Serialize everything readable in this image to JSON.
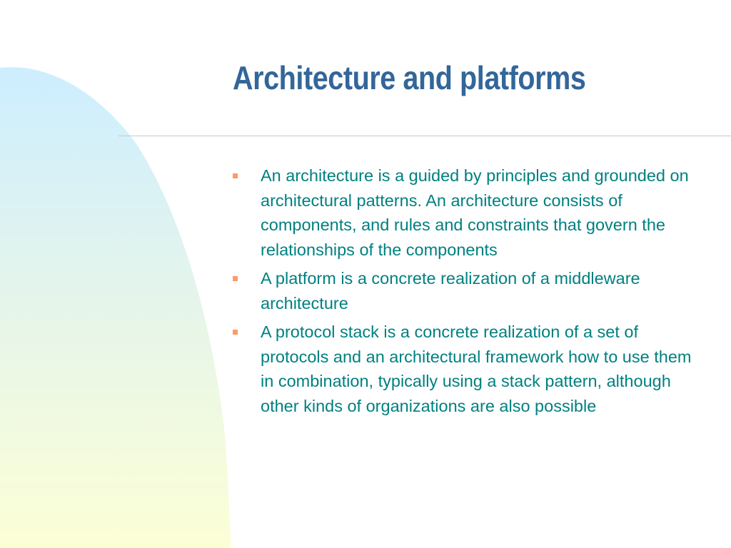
{
  "slide": {
    "title": "Architecture and platforms",
    "bullets": [
      {
        "text": "An architecture is a guided by principles and grounded on architectural patterns. An architecture consists of components, and rules and constraints that govern the relationships of the components"
      },
      {
        "text": "A platform is a concrete realization of a middleware architecture"
      },
      {
        "text": "A protocol stack is a concrete realization of a set of protocols and an architectural framework how to use them in combination, typically using a stack pattern, although other kinds of organizations are also possible"
      }
    ]
  },
  "colors": {
    "title": "#336699",
    "body_text": "#008080",
    "bullet_marker": "#ff9966",
    "rule": "#c8c8c8",
    "arc_top": "#cdeeff",
    "arc_bottom": "#fcffd6"
  },
  "icons": {
    "bullet": "square-bullet-icon"
  }
}
